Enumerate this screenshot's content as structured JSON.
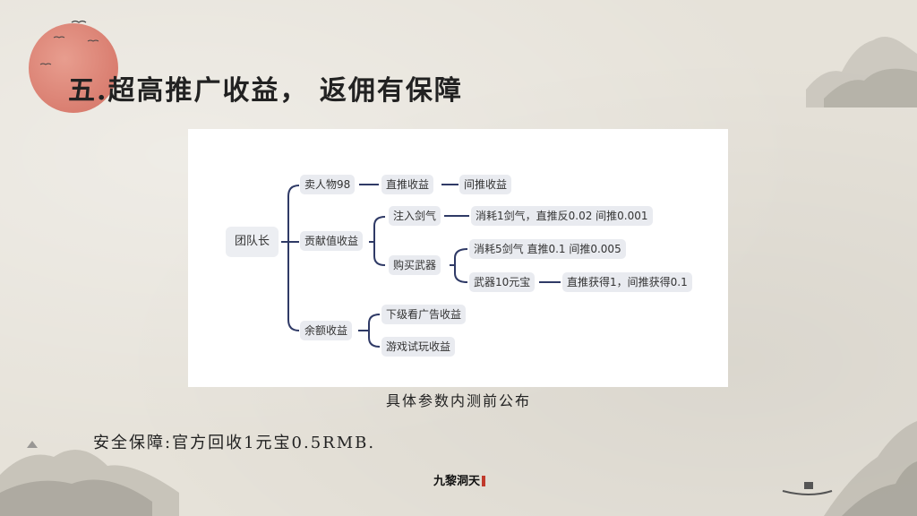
{
  "title": "五.超高推广收益， 返佣有保障",
  "diagram": {
    "root": "团队长",
    "branches": [
      {
        "label": "卖人物98",
        "chain": [
          "直推收益",
          "间推收益"
        ]
      },
      {
        "label": "贡献值收益",
        "children": [
          {
            "label": "注入剑气",
            "children": [
              {
                "label": "消耗1剑气，直推反0.02  间推0.001"
              }
            ]
          },
          {
            "label": "购买武器",
            "children": [
              {
                "label": "消耗5剑气 直推0.1    间推0.005"
              },
              {
                "label": "武器10元宝",
                "children": [
                  {
                    "label": "直推获得1，间推获得0.1"
                  }
                ]
              }
            ]
          }
        ]
      },
      {
        "label": "余额收益",
        "children": [
          {
            "label": "下级看广告收益"
          },
          {
            "label": "游戏试玩收益"
          }
        ]
      }
    ]
  },
  "caption": "具体参数内测前公布",
  "security_note": "安全保障:官方回收1元宝0.5RMB.",
  "brand": {
    "name": "九黎洞天",
    "tagline": ""
  },
  "colors": {
    "connector": "#2f3a66",
    "node_fill": "#e9ebf0",
    "sun": "#d66b5c"
  }
}
